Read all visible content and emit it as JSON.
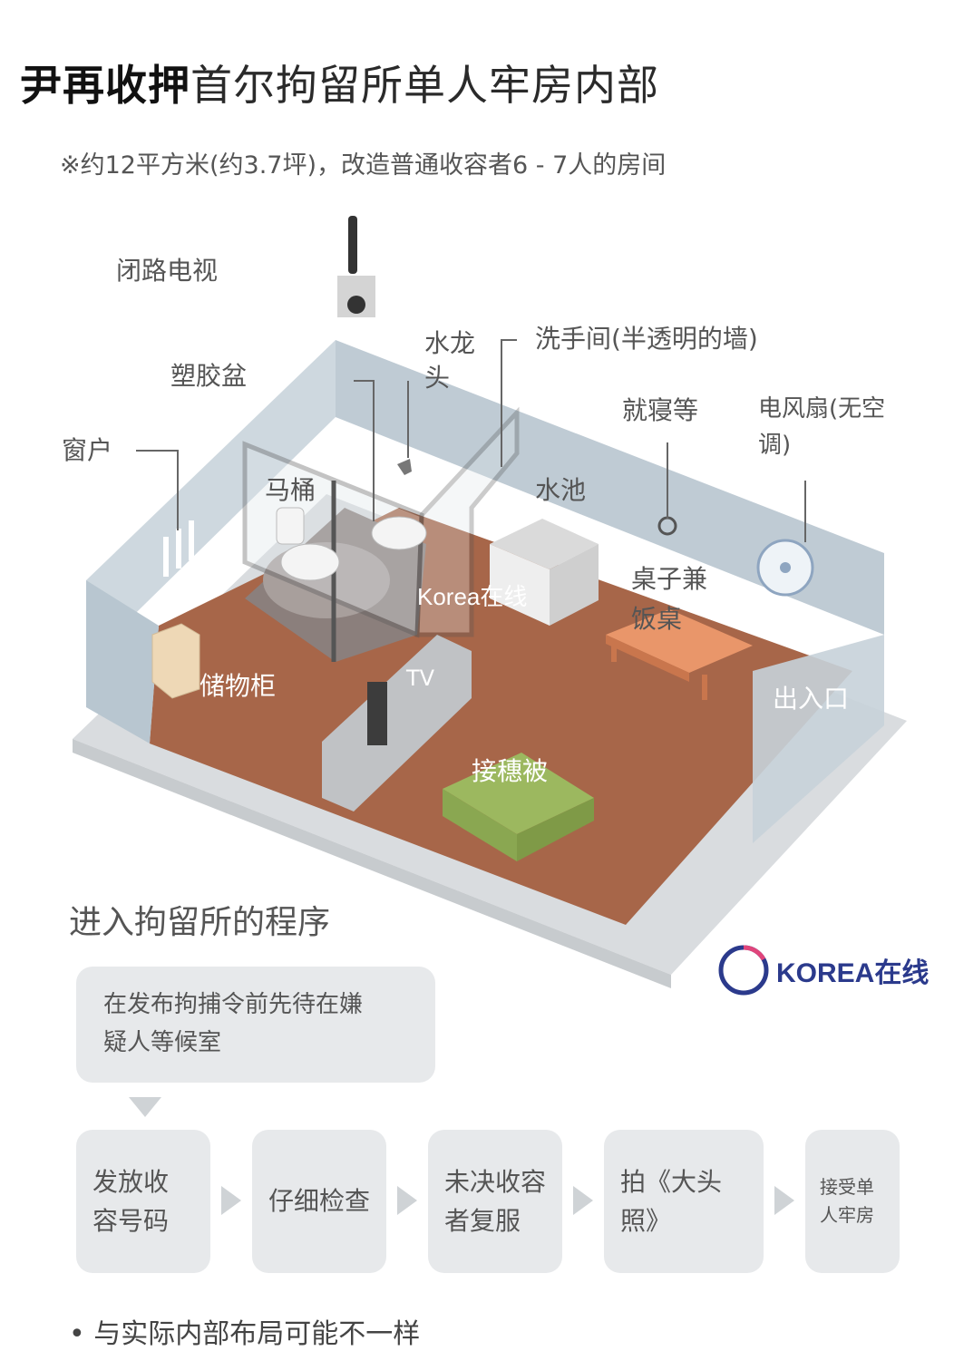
{
  "header": {
    "title_prefix": "尹再收押",
    "title_main": "首尔拘留所单人牢房内部",
    "subtitle": "※约12平方米(约3.7坪)，改造普通收容者6 - 7人的房间"
  },
  "diagram": {
    "labels": {
      "cctv": "闭路电视",
      "basin": "塑胶盆",
      "faucet_1": "水龙",
      "faucet_2": "头",
      "restroom": "洗手间(半透明的墙)",
      "bedding": "就寝等",
      "fan_1": "电风扇(无空",
      "fan_2": "调)",
      "window": "窗户",
      "toilet": "马桶",
      "sink": "水池",
      "desk_1": "桌子兼",
      "desk_2": "饭桌",
      "cabinet": "储物柜",
      "tv": "TV",
      "entrance": "出入口",
      "mattress": "接穗被"
    },
    "colors": {
      "floor": "#a76649",
      "wall": "#c9d4dc",
      "desk": "#e9966a",
      "mattress": "#9cb85f",
      "cabinet": "#eed8b6"
    }
  },
  "watermark": "Korea在线",
  "procedure": {
    "title": "进入拘留所的程序",
    "first_step_1": "在发布拘捕令前先待在嫌",
    "first_step_2": "疑人等候室",
    "steps": [
      {
        "line1": "发放收",
        "line2": "容号码"
      },
      {
        "line1": "仔细检查",
        "line2": ""
      },
      {
        "line1": "未决收容",
        "line2": "者复服"
      },
      {
        "line1": "拍《大头",
        "line2": "照》"
      },
      {
        "line1": "接受单",
        "line2": "人牢房"
      }
    ]
  },
  "logo": {
    "text": "KOREA在线",
    "ring_color": "#2b3a8c",
    "accent_color": "#e0457b"
  },
  "footer": {
    "note": "• 与实际内部布局可能不一样"
  }
}
